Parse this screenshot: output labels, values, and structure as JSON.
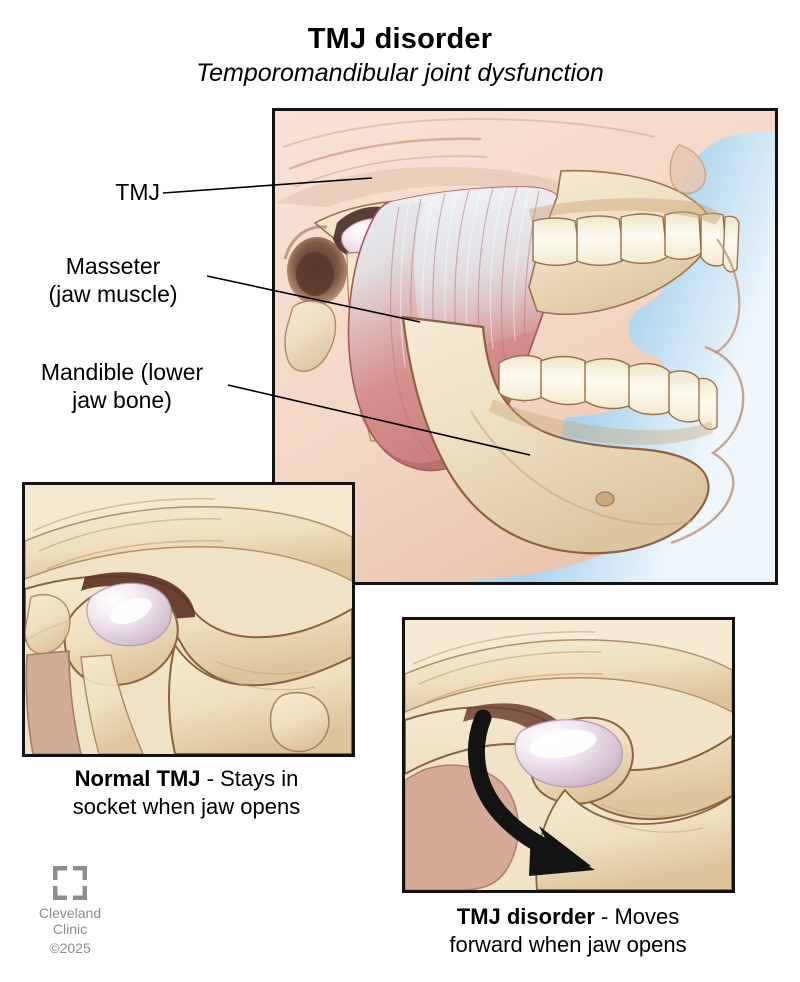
{
  "header": {
    "title": "TMJ disorder",
    "subtitle": "Temporomandibular joint dysfunction"
  },
  "callouts": [
    {
      "id": "tmj",
      "label": "TMJ"
    },
    {
      "id": "masseter",
      "label": "Masseter\n(jaw muscle)"
    },
    {
      "id": "mandible",
      "label": "Mandible (lower\njaw bone)"
    }
  ],
  "panels": {
    "main": {
      "name": "Lateral skull view with open jaw",
      "background_gradient": [
        "#a9d2ec",
        "#ffffff"
      ],
      "structures": [
        "skull",
        "zygomatic arch",
        "ear canal",
        "maxilla",
        "upper teeth",
        "lower teeth",
        "mandible",
        "masseter muscle",
        "temporomandibular joint"
      ]
    },
    "normal": {
      "name": "Normal TMJ close-up",
      "caption_bold": "Normal TMJ",
      "caption_rest": " - Stays in",
      "caption_line2": "socket when jaw opens"
    },
    "disorder": {
      "name": "TMJ disorder close-up",
      "caption_bold": "TMJ disorder",
      "caption_rest": " - Moves",
      "caption_line2": "forward when jaw opens",
      "arrow": "curved-arrow-down-right"
    }
  },
  "branding": {
    "logo_name": "Cleveland\nClinic",
    "copyright": "©2025",
    "logo_color": "#8d8d8d"
  },
  "colors": {
    "bone": "#ecddbf",
    "bone_shadow": "#7a5a3e",
    "skin": "#f3d9c9",
    "muscle": "#d88e8e",
    "tendon": "#e8e8ee",
    "disc": "#efe2ee",
    "tooth": "#fbf6e4",
    "panel_border": "#131313",
    "sky": "#a9d2ec"
  }
}
